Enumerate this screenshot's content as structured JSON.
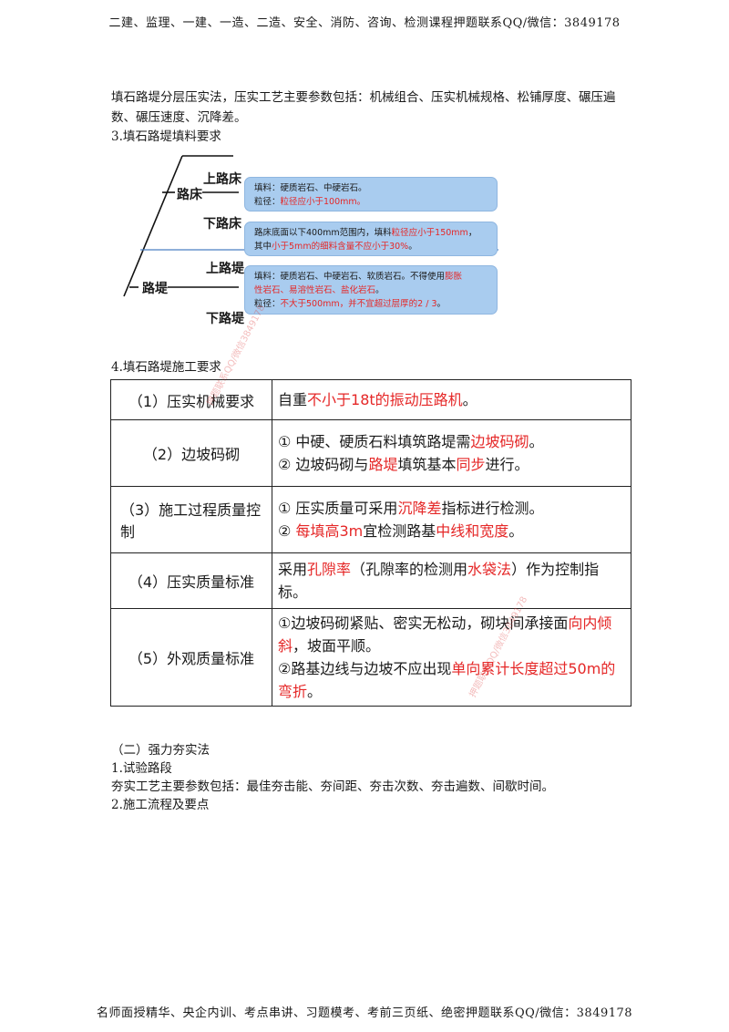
{
  "header": {
    "text": "二建、监理、一建、一造、二造、安全、消防、咨询、检测课程押题联系QQ/微信：3849178"
  },
  "intro": {
    "text": "填石路堤分层压实法，压实工艺主要参数包括：机械组合、压实机械规格、松铺厚度、碾压遍数、碾压速度、沉降差。"
  },
  "section3": {
    "title": "3.填石路堤填料要求"
  },
  "diagram": {
    "labels": {
      "subgrade": "路床",
      "upper_subgrade": "上路床",
      "lower_subgrade": "下路床",
      "embankment": "路堤",
      "upper_embankment": "上路堤",
      "lower_embankment": "下路堤"
    },
    "box1": {
      "line1": "填料：硬质岩石、中硬岩石。",
      "line2_prefix": "粒径：",
      "line2_red": "粒径应小于100mm。"
    },
    "box2": {
      "l1_black": "路床底面以下400mm范围内，填料",
      "l1_red": "粒径应小于150mm",
      "l1_end": "，",
      "l2_black": "其中",
      "l2_red": "小于5mm的细料含量不应小于30%",
      "l2_end": "。"
    },
    "box3": {
      "l1_black": "填料：硬质岩石、中硬岩石、软质岩石。不得使用",
      "l1_red": "膨胀",
      "l2_red": "性岩石、易溶性岩石、盐化岩石",
      "l2_end": "。",
      "l3_black": "粒径：",
      "l3_red": "不大于500mm，并不宜超过层厚的2 / 3",
      "l3_end": "。"
    }
  },
  "section4": {
    "title": "4.填石路堤施工要求"
  },
  "table": {
    "r1": {
      "key": "（1）压实机械要求",
      "v_black": "自重",
      "v_red": "不小于18t的振动压路机",
      "v_end": "。"
    },
    "r2": {
      "key": "（2）边坡码砌",
      "a_black": "① 中硬、硬质石料填筑路堤需",
      "a_red": "边坡码砌",
      "a_end": "。",
      "b_black1": "② 边坡码砌与",
      "b_red1": "路堤",
      "b_black2": "填筑基本",
      "b_red2": "同步",
      "b_end": "进行。"
    },
    "r3": {
      "key": "（3）施工过程质量控制",
      "a_black1": "① 压实质量可采用",
      "a_red": "沉降差",
      "a_black2": "指标进行检测。",
      "b_prefix": "② ",
      "b_red1": "每填高3m",
      "b_black": "宜检测路基",
      "b_red2": "中线和宽度",
      "b_end": "。"
    },
    "r4": {
      "key": "（4）压实质量标准",
      "black1": "采用",
      "red1": "孔隙率",
      "black2": "（孔隙率的检测用",
      "red2": "水袋法",
      "black3": "）作为控制指标。"
    },
    "r5": {
      "key": "（5）外观质量标准",
      "a_black": "①边坡码砌紧贴、密实无松动，砌块间承接面",
      "a_red": "向内倾斜",
      "a_end": "，坡面平顺。",
      "b_black": "②路基边线与边坡不应出现",
      "b_red": "单向累计长度超过50m的弯折",
      "b_end": "。"
    }
  },
  "section_dynamic": {
    "title": "（二）强力夯实法",
    "sub1": "1.试验路段",
    "params": "夯实工艺主要参数包括：最佳夯击能、夯间距、夯击次数、夯击遍数、间歇时间。",
    "sub2": "2.施工流程及要点"
  },
  "watermark": {
    "text": "押题联系QQ/微信3849178"
  },
  "footer": {
    "text": "名师面授精华、央企内训、考点串讲、习题模考、考前三页纸、绝密押题联系QQ/微信：3849178"
  }
}
